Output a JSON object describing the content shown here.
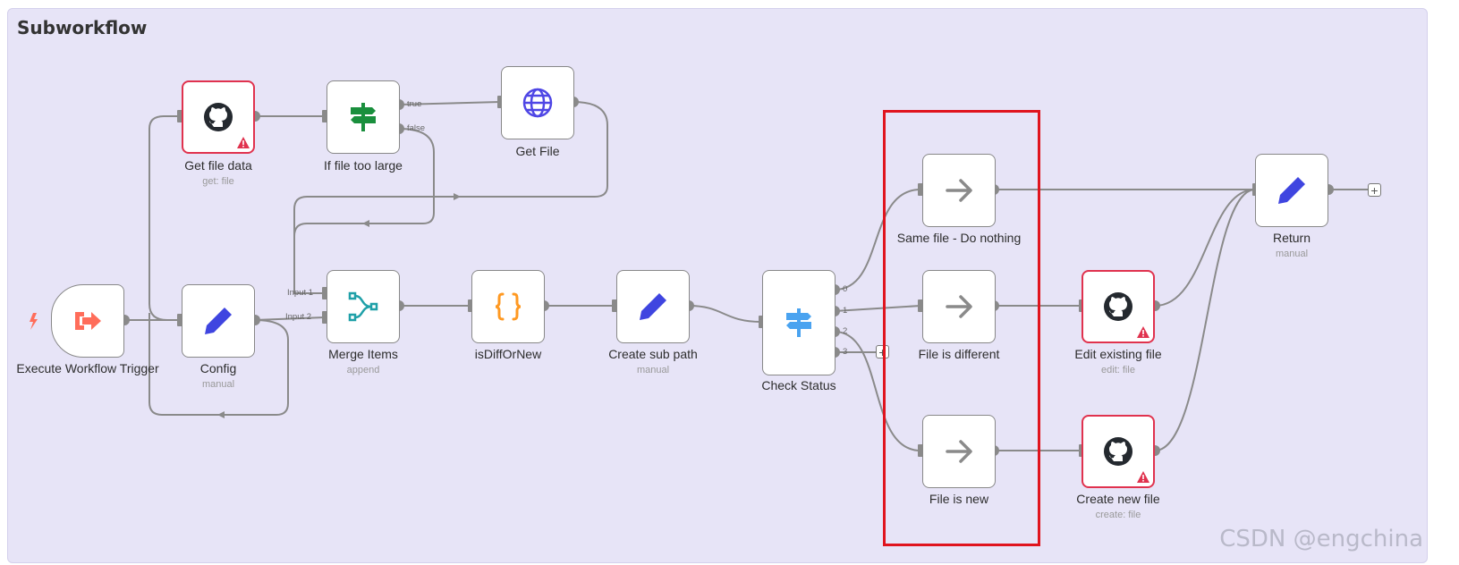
{
  "canvas": {
    "title": "Subworkflow"
  },
  "nodes": {
    "trigger": {
      "name": "Execute Workflow Trigger",
      "icon": "sign-out-icon",
      "color": "#ff6d5a"
    },
    "get_file_data": {
      "name": "Get file data",
      "sub": "get: file",
      "icon": "github-icon",
      "warning": true
    },
    "if_too_large": {
      "name": "If file too large",
      "icon": "signpost-icon",
      "color": "#1a8f3d"
    },
    "get_file": {
      "name": "Get File",
      "icon": "globe-icon",
      "color": "#4f46e5"
    },
    "config": {
      "name": "Config",
      "sub": "manual",
      "icon": "pencil-icon",
      "color": "#3f45e0"
    },
    "merge_items": {
      "name": "Merge Items",
      "sub": "append",
      "icon": "merge-icon",
      "color": "#1fa0a8"
    },
    "is_diff_or_new": {
      "name": "isDiffOrNew",
      "icon": "code-braces-icon",
      "color": "#ff9922"
    },
    "create_sub_path": {
      "name": "Create sub path",
      "sub": "manual",
      "icon": "pencil-icon",
      "color": "#3f45e0"
    },
    "check_status": {
      "name": "Check Status",
      "icon": "signpost-icon",
      "color": "#4aa3f0"
    },
    "same_file": {
      "name": "Same file - Do nothing",
      "icon": "arrow-right-icon"
    },
    "file_different": {
      "name": "File is different",
      "icon": "arrow-right-icon"
    },
    "file_new": {
      "name": "File is new",
      "icon": "arrow-right-icon"
    },
    "edit_existing": {
      "name": "Edit existing file",
      "sub": "edit: file",
      "icon": "github-icon",
      "warning": true
    },
    "create_new": {
      "name": "Create new file",
      "sub": "create: file",
      "icon": "github-icon",
      "warning": true
    },
    "return": {
      "name": "Return",
      "sub": "manual",
      "icon": "pencil-icon",
      "color": "#3f45e0"
    }
  },
  "ports": {
    "if_true": "true",
    "if_false": "false",
    "merge_in1": "Input 1",
    "merge_in2": "Input 2",
    "switch_0": "0",
    "switch_1": "1",
    "switch_2": "2",
    "switch_3": "3"
  },
  "plus_label": "+",
  "watermark": "CSDN @engchina"
}
